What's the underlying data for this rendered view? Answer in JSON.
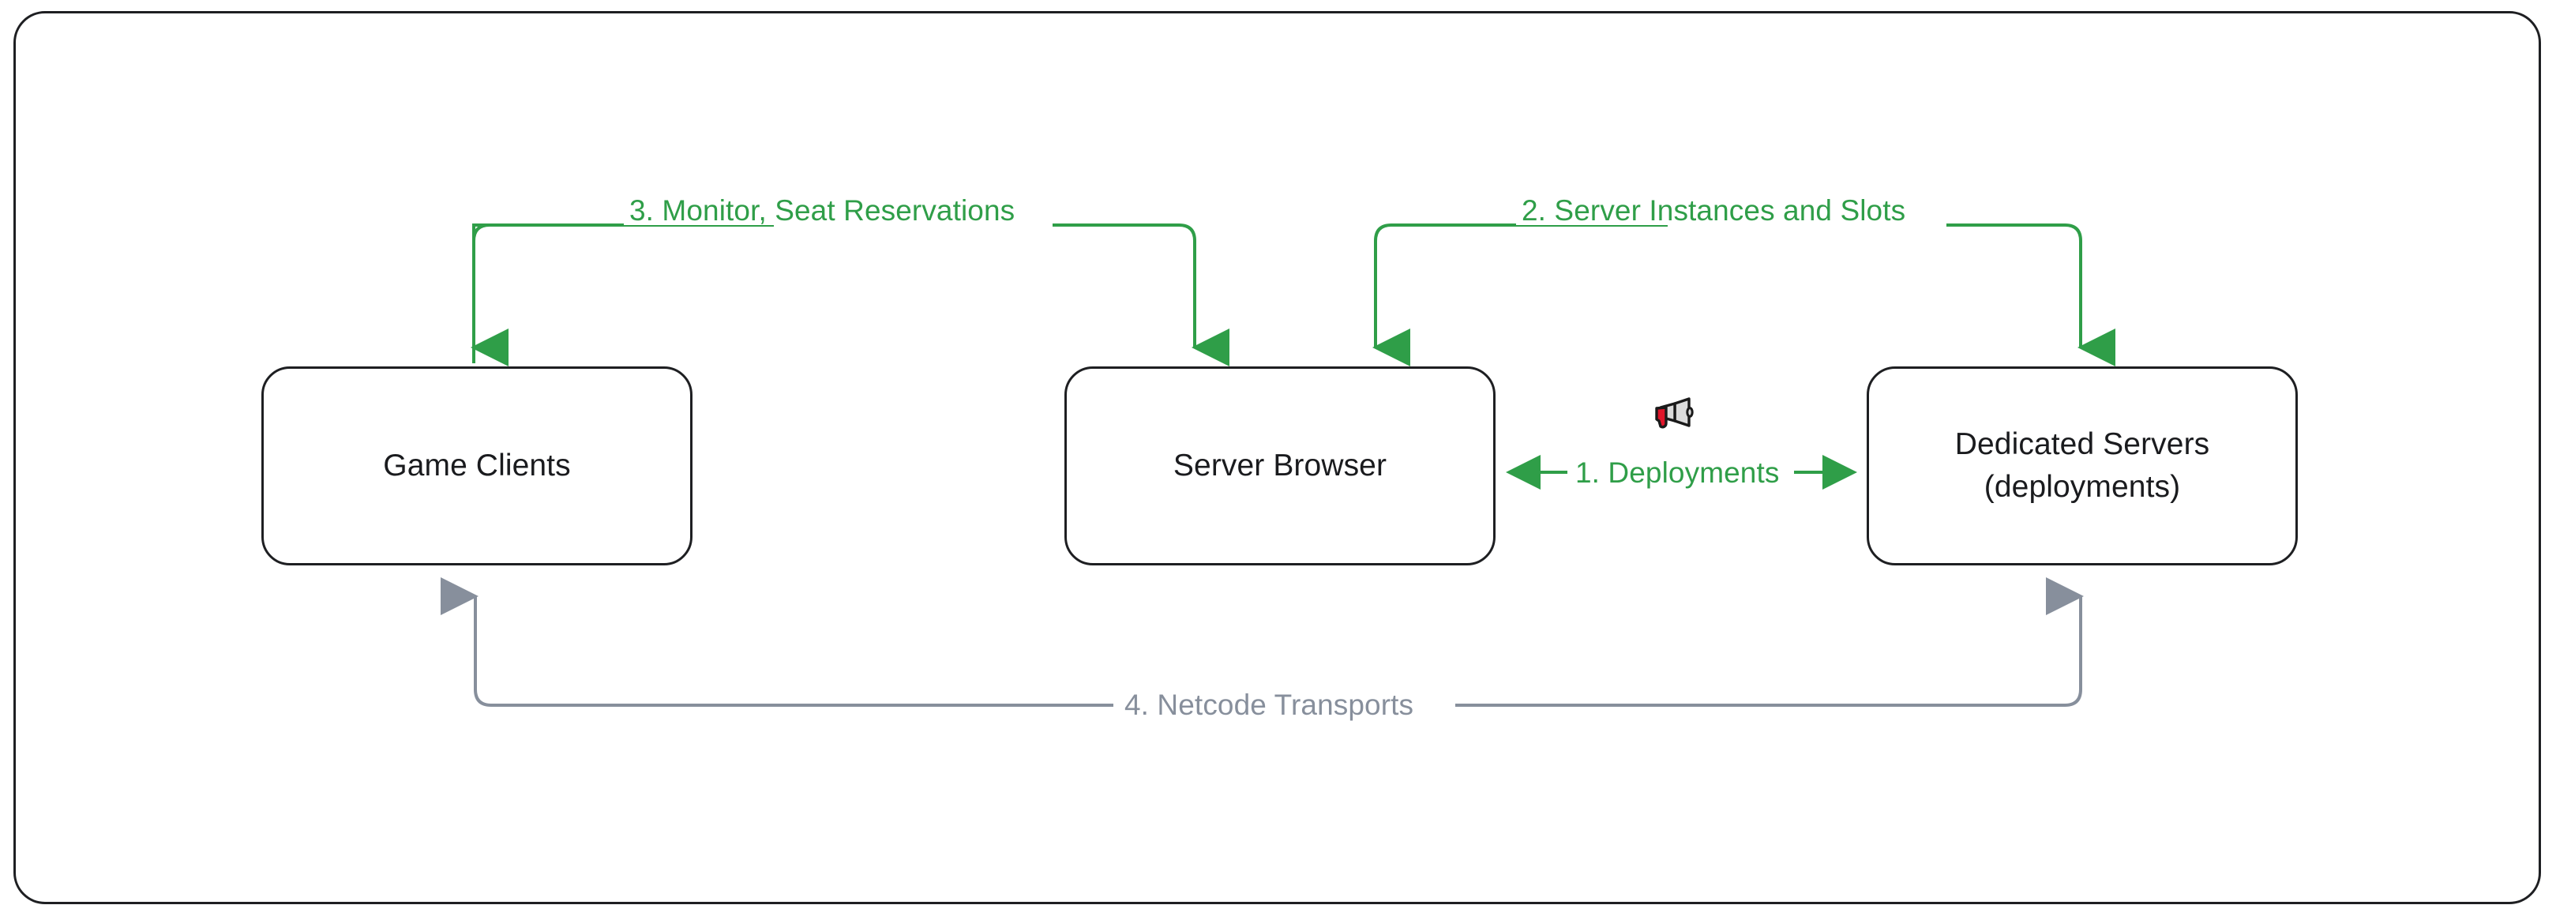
{
  "diagram": {
    "type": "flowchart",
    "orientation": "left-to-right",
    "frame": {
      "border_color": "#1e1f22",
      "background": "#ffffff",
      "corner_radius": 40
    },
    "palette": {
      "node_border": "#1e1f22",
      "node_text": "#1a1b1e",
      "node_fill": "#ffffff",
      "edge_green": "#2f9e48",
      "edge_gray": "#878f9c",
      "megaphone_red": "#e0152a",
      "megaphone_body": "#dcdcdc",
      "megaphone_outline": "#1a1a1a"
    },
    "nodes": [
      {
        "id": "game-clients",
        "label": "Game Clients"
      },
      {
        "id": "server-browser",
        "label": "Server Browser"
      },
      {
        "id": "dedicated-servers",
        "label": "Dedicated Servers\n(deployments)"
      }
    ],
    "edges": [
      {
        "id": "edge-1",
        "number": "1",
        "label": "1. Deployments",
        "color": "#2f9e48",
        "from": "server-browser",
        "to": "dedicated-servers",
        "direction": "bidirectional",
        "style": "straight-horizontal",
        "badge_icon": "megaphone-icon"
      },
      {
        "id": "edge-2",
        "number": "2",
        "label": "2. Server Instances and Slots",
        "color": "#2f9e48",
        "from": "dedicated-servers",
        "to": "server-browser",
        "direction": "both-ends-arrow-down",
        "style": "rounded-bracket-above"
      },
      {
        "id": "edge-3",
        "number": "3",
        "label": "3. Monitor, Seat Reservations",
        "color": "#2f9e48",
        "from": "server-browser",
        "to": "game-clients",
        "direction": "both-ends-arrow-down",
        "style": "rounded-bracket-above"
      },
      {
        "id": "edge-4",
        "number": "4",
        "label": "4. Netcode Transports",
        "color": "#878f9c",
        "from": "dedicated-servers",
        "to": "game-clients",
        "direction": "both-ends-arrow-up",
        "style": "rounded-bracket-below"
      }
    ]
  }
}
